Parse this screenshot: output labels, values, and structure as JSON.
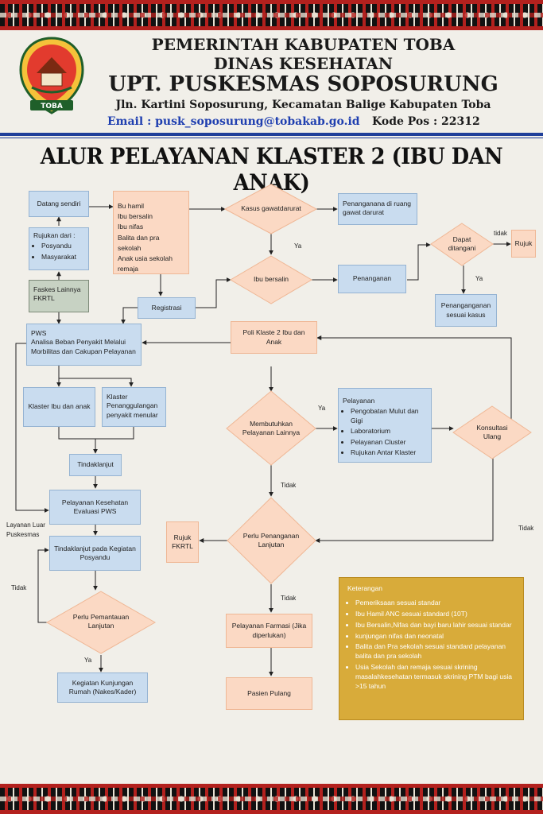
{
  "header": {
    "line1": "PEMERINTAH KABUPATEN TOBA",
    "line2": "DINAS KESEHATAN",
    "line3": "UPT. PUSKESMAS SOPOSURUNG",
    "address": "Jln. Kartini Soposurung, Kecamatan Balige Kabupaten Toba",
    "email": "Email : pusk_soposurung@tobakab.go.id",
    "postcode": "Kode Pos : 22312",
    "logo_text": "TOBA"
  },
  "title": "ALUR PELAYANAN KLASTER 2 (IBU DAN ANAK)",
  "nodes": {
    "datang_sendiri": "Datang sendiri",
    "rujukan_dari": "Rujukan dari :",
    "rujukan_items": [
      "Posyandu",
      "Masyarakat"
    ],
    "faskes_lainnya": "Faskes Lainnya FKRTL",
    "sasaran": [
      "Bu hamil",
      "Ibu bersalin",
      "Ibu nifas",
      "Balita dan pra sekolah",
      "Anak usia sekolah remaja"
    ],
    "registrasi": "Registrasi",
    "kasus_gd": "Kasus gawatdarurat",
    "penanganan_gd": "Penanganana di ruang gawat darurat",
    "ibu_bersalin": "Ibu bersalin",
    "penanganan": "Penanganan",
    "dapat_ditangani": "Dapat ditangani",
    "rujuk": "Rujuk",
    "penanganan_sesuai": "Penanganganan sesuai kasus",
    "pws": "PWS\nAnalisa Beban Penyakit Melalui Morbilitas dan Cakupan Pelayanan",
    "poli_klaster": "Poli Klaste 2 Ibu dan Anak",
    "klaster_ibu": "Klaster Ibu dan anak",
    "klaster_p2m": "Klaster Penanggulangan penyakit menular",
    "tindaklanjut": "Tindaklanjut",
    "membutuhkan": "Membutuhkan Pelayanan Lainnya",
    "pelayanan_title": "Pelayanan",
    "pelayanan_items": [
      "Pengobatan Mulut dan Gigi",
      "Laboratorium",
      "Pelayanan Cluster",
      "Rujukan Antar Klaster"
    ],
    "konsultasi": "Konsultasi Ulang",
    "pelayanan_kes": "Pelayanan Kesehatan Evaluasi PWS",
    "perlu_penanganan": "Perlu Penanganan Lanjutan",
    "rujuk_fkrtl": "Rujuk FKRTL",
    "tindaklanjut_posyandu": "Tindaklanjut pada Kegiatan Posyandu",
    "perlu_pemantauan": "Perlu Pemantauan Lanjutan",
    "kunjungan_rumah": "Kegiatan Kunjungan Rumah (Nakes/Kader)",
    "farmasi": "Pelayanan Farmasi (Jika diperlukan)",
    "pasien_pulang": "Pasien Pulang"
  },
  "labels": {
    "ya_gd": "Ya",
    "tidak_dt": "tidak",
    "ya_dt": "Ya",
    "ya_mb": "Ya",
    "tidak_mb": "Tidak",
    "tidak_ku": "Tidak",
    "tidak_pp": "Tidak",
    "tidak_pl": "Tidak",
    "ya_pl": "Ya",
    "layanan_luar": "Layanan Luar Puskesmas"
  },
  "keterangan": {
    "title": "Keterangan",
    "items": [
      "Pemeriksaan sesuai standar",
      "Ibu Hamil ANC sesuai standard (10T)",
      "Ibu Bersalin,Nifas dan bayi baru lahir sesuai standar",
      "kunjungan nifas dan neonatal",
      "Balita dan Pra sekolah sesuai standard pelayanan balita dan pra sekolah",
      "Usia Sekolah dan remaja sesuai skrining masalahkesehatan termasuk skrining PTM bagi usia >15 tahun"
    ]
  },
  "colors": {
    "blue_box": "#c9dcef",
    "peach_box": "#fbd9c4",
    "grey_box": "#c7d2c3",
    "keterangan_box": "#d8ab3a",
    "rule_blue": "#1f3f9a",
    "email_blue": "#1f3fb0"
  }
}
